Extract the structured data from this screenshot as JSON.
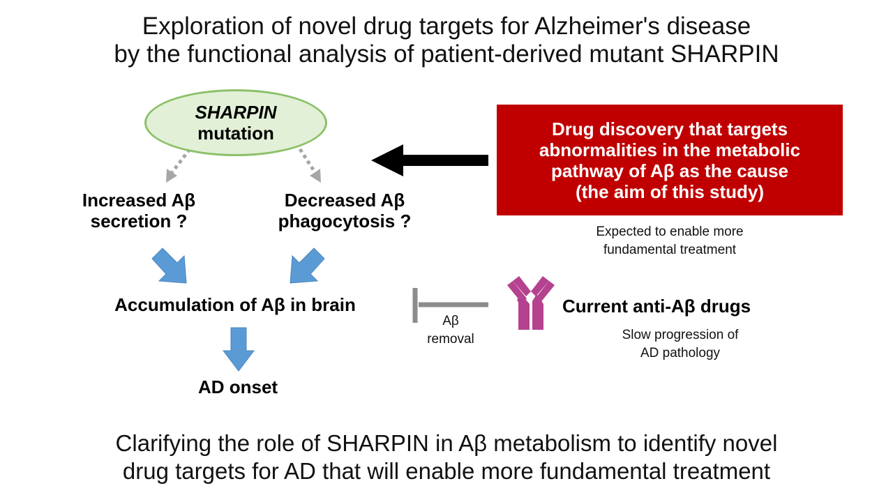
{
  "title": {
    "line1": "Exploration of novel drug targets for Alzheimer's disease",
    "line2": "by the functional analysis of patient-derived mutant SHARPIN"
  },
  "mutation_node": {
    "line1": "SHARPIN",
    "line2": "mutation"
  },
  "secretion_node": {
    "line1": "Increased Aβ",
    "line2": "secretion ?"
  },
  "phagocytosis_node": {
    "line1": "Decreased Aβ",
    "line2": "phagocytosis ?"
  },
  "accumulation_node": "Accumulation of Aβ in brain",
  "onset_node": "AD onset",
  "drug_discovery_box": {
    "line1": "Drug discovery that targets",
    "line2": "abnormalities in the metabolic",
    "line3": "pathway of Aβ as the cause",
    "line4": "(the aim of this study)"
  },
  "expected_note": {
    "line1": "Expected to enable more",
    "line2": "fundamental treatment"
  },
  "current_drugs": "Current anti-Aβ drugs",
  "slow_note": {
    "line1": "Slow progression of",
    "line2": "AD pathology"
  },
  "removal_label": {
    "line1": "Aβ",
    "line2": "removal"
  },
  "conclusion": {
    "line1": "Clarifying the role of SHARPIN in Aβ metabolism to identify novel",
    "line2": "drug targets for AD that will enable more fundamental treatment"
  },
  "colors": {
    "ellipse_fill": "#e2f0d7",
    "ellipse_border": "#8cc16a",
    "red_box": "#c00000",
    "blue_arrow": "#5b9bd5",
    "antibody": "#b5428f",
    "inhibit_bar": "#8c8c8c",
    "dotted_arrow": "#a6a6a6"
  },
  "icons": [
    "antibody-icon"
  ]
}
